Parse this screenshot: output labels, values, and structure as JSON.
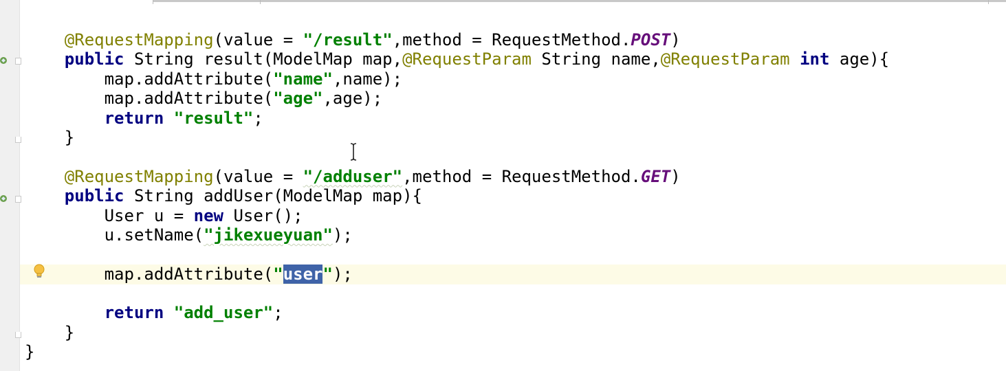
{
  "editor": {
    "language": "java",
    "lines": [
      {
        "tokens": [
          {
            "t": "    "
          },
          {
            "t": "@RequestMapping",
            "c": "ann"
          },
          {
            "t": "(value = "
          },
          {
            "t": "\"/result\"",
            "c": "str"
          },
          {
            "t": ",method = RequestMethod."
          },
          {
            "t": "POST",
            "c": "konst"
          },
          {
            "t": ")"
          }
        ]
      },
      {
        "tokens": [
          {
            "t": "    "
          },
          {
            "t": "public",
            "c": "kw"
          },
          {
            "t": " String result(ModelMap map,"
          },
          {
            "t": "@RequestParam",
            "c": "ann"
          },
          {
            "t": " String name,"
          },
          {
            "t": "@RequestParam",
            "c": "ann"
          },
          {
            "t": " "
          },
          {
            "t": "int",
            "c": "kw"
          },
          {
            "t": " age){"
          }
        ]
      },
      {
        "tokens": [
          {
            "t": "        map.addAttribute("
          },
          {
            "t": "\"name\"",
            "c": "str"
          },
          {
            "t": ",name);"
          }
        ]
      },
      {
        "tokens": [
          {
            "t": "        map.addAttribute("
          },
          {
            "t": "\"age\"",
            "c": "str"
          },
          {
            "t": ",age);"
          }
        ]
      },
      {
        "tokens": [
          {
            "t": "        "
          },
          {
            "t": "return",
            "c": "kw"
          },
          {
            "t": " "
          },
          {
            "t": "\"result\"",
            "c": "str"
          },
          {
            "t": ";"
          }
        ]
      },
      {
        "tokens": [
          {
            "t": "    }"
          }
        ]
      },
      {
        "tokens": []
      },
      {
        "tokens": [
          {
            "t": "    "
          },
          {
            "t": "@RequestMapping",
            "c": "ann"
          },
          {
            "t": "(value = "
          },
          {
            "t": "\"/adduser\"",
            "c": "str wavy"
          },
          {
            "t": ",method = RequestMethod."
          },
          {
            "t": "GET",
            "c": "konst"
          },
          {
            "t": ")"
          }
        ]
      },
      {
        "tokens": [
          {
            "t": "    "
          },
          {
            "t": "public",
            "c": "kw"
          },
          {
            "t": " String addUser(ModelMap map){"
          }
        ]
      },
      {
        "tokens": [
          {
            "t": "        User u = "
          },
          {
            "t": "new",
            "c": "kw"
          },
          {
            "t": " User();"
          }
        ]
      },
      {
        "tokens": [
          {
            "t": "        u.setName("
          },
          {
            "t": "\"jikexueyuan\"",
            "c": "str wavy"
          },
          {
            "t": ");"
          }
        ]
      },
      {
        "tokens": []
      },
      {
        "tokens": [
          {
            "t": "        map.addAttribute("
          },
          {
            "t": "\"",
            "c": "str"
          },
          {
            "t": "user",
            "c": "sel"
          },
          {
            "t": "\"",
            "c": "str"
          },
          {
            "t": ");"
          }
        ]
      },
      {
        "tokens": []
      },
      {
        "tokens": [
          {
            "t": "        "
          },
          {
            "t": "return",
            "c": "kw"
          },
          {
            "t": " "
          },
          {
            "t": "\"add_user\"",
            "c": "str"
          },
          {
            "t": ";"
          }
        ]
      },
      {
        "tokens": [
          {
            "t": "    }"
          }
        ]
      },
      {
        "tokens": [
          {
            "t": "}"
          }
        ]
      }
    ]
  },
  "gutter_icons": {
    "method_marker": "request-mapping-icon",
    "intention": "lightbulb-icon",
    "cursor": "text-cursor-icon"
  },
  "colors": {
    "keyword": "#000080",
    "annotation": "#808000",
    "string": "#008000",
    "constant": "#660e7a",
    "selection": "#3f63a8",
    "current_line": "#fdfbe6"
  }
}
